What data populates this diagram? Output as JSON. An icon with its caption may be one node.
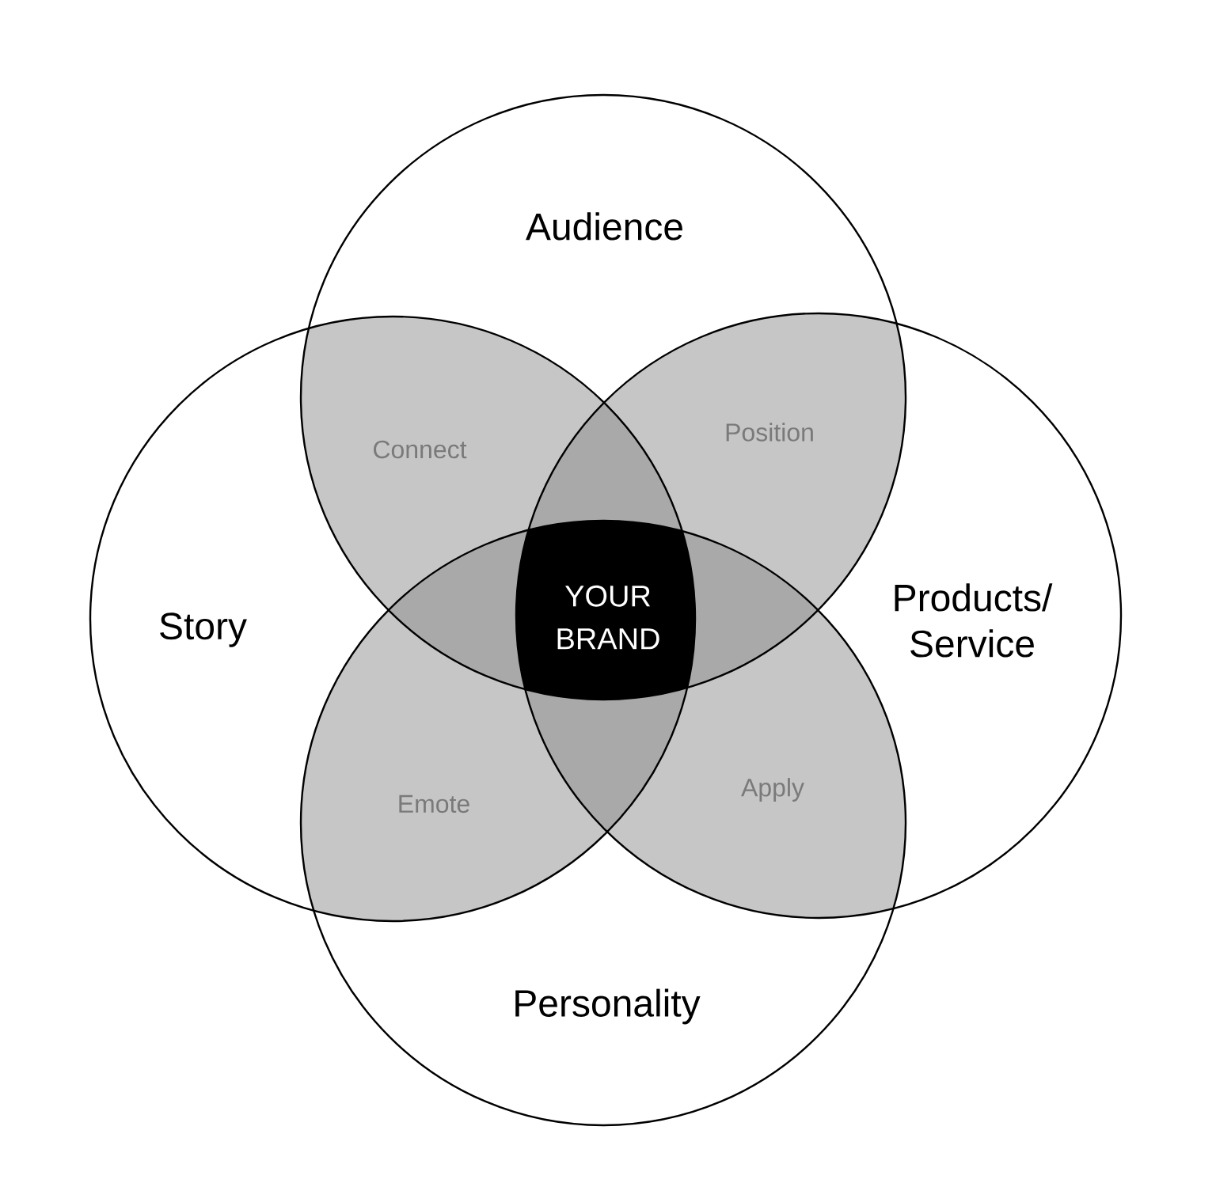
{
  "diagram": {
    "nodes": [
      {
        "text": [
          "Audience"
        ]
      },
      {
        "text": [
          "Story"
        ]
      },
      {
        "text": [
          "Products/ Service"
        ]
      },
      {
        "text": [
          "Personality"
        ]
      }
    ],
    "edges": [],
    "labels": [
      "Connect",
      "Position",
      "YOUR BRAND",
      "Emote",
      "Apply"
    ]
  }
}
